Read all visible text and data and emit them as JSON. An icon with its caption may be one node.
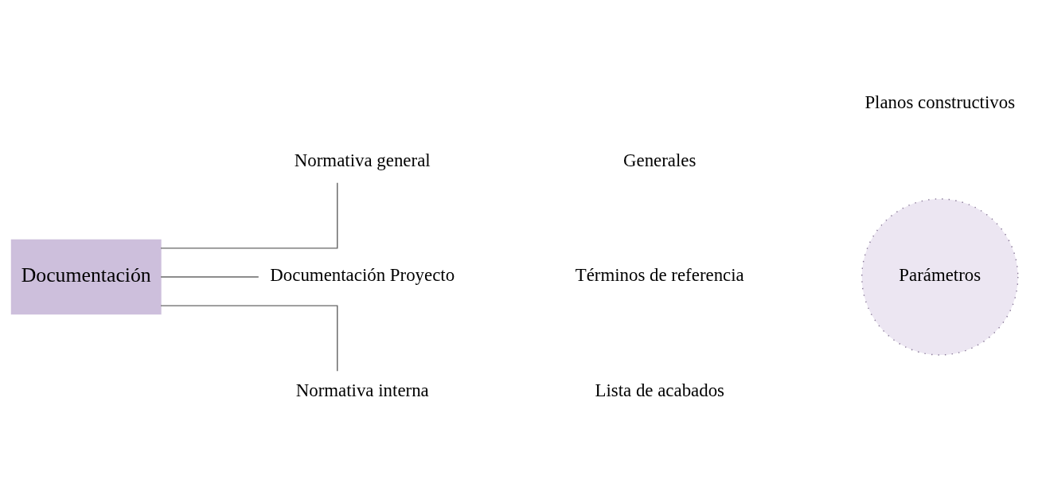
{
  "diagram": {
    "nodes": [
      {
        "text": [
          "Documentación"
        ]
      },
      {
        "text": [
          "Normativa general"
        ]
      },
      {
        "text": [
          "Documentación Proyecto"
        ]
      },
      {
        "text": [
          "Normativa interna"
        ]
      },
      {
        "text": [
          "Parámetros"
        ]
      }
    ],
    "edges": [
      {
        "from": 0,
        "to": 1,
        "arrow": "none"
      },
      {
        "from": 0,
        "to": 2,
        "arrow": "none"
      },
      {
        "from": 0,
        "to": 3,
        "arrow": "none"
      }
    ],
    "labels": [
      "Generales",
      "Términos de referencia",
      "Lista de acabados",
      "Planos constructivos"
    ]
  }
}
